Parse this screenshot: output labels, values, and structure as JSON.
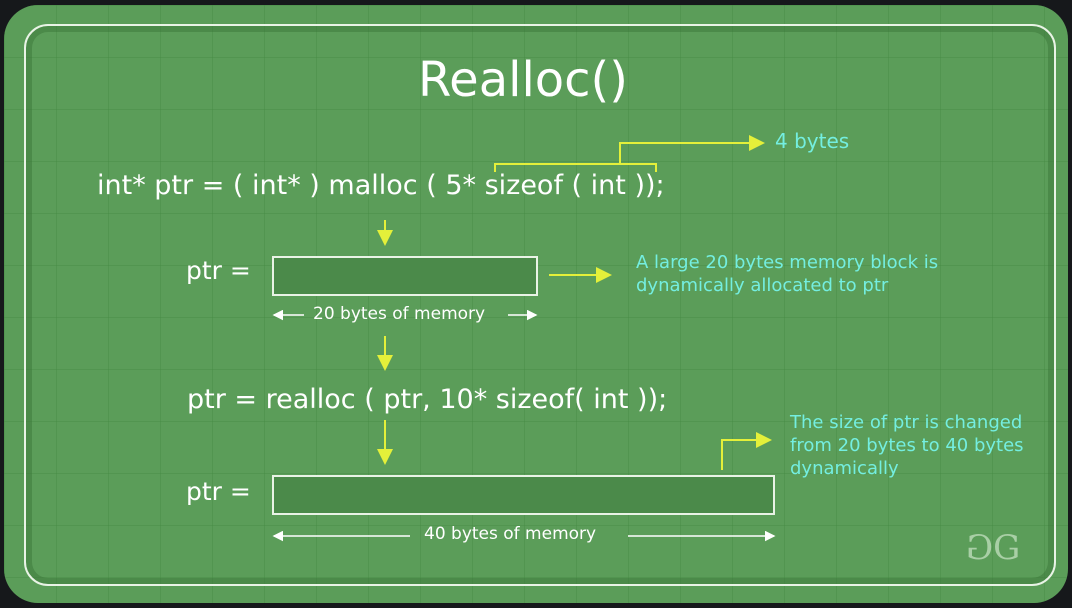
{
  "title": "Realloc()",
  "line1": "int* ptr = ( int* ) malloc ( 5* sizeof ( int ));",
  "sizeof_note": "4 bytes",
  "ptr_label_1": "ptr =",
  "note1": [
    "A large 20 bytes memory block is",
    "dynamically allocated to ptr"
  ],
  "size_label_1": "20 bytes of memory",
  "line2": "ptr = realloc ( ptr, 10* sizeof( int ));",
  "ptr_label_2": "ptr =",
  "note2": [
    "The size of ptr is changed",
    "from 20 bytes to 40 bytes",
    "dynamically"
  ],
  "size_label_2": "40 bytes of memory",
  "logo": "GG",
  "colors": {
    "background": "#5b9d59",
    "arrow": "#e4f03a",
    "note": "#74eee0",
    "text": "#ffffff"
  }
}
